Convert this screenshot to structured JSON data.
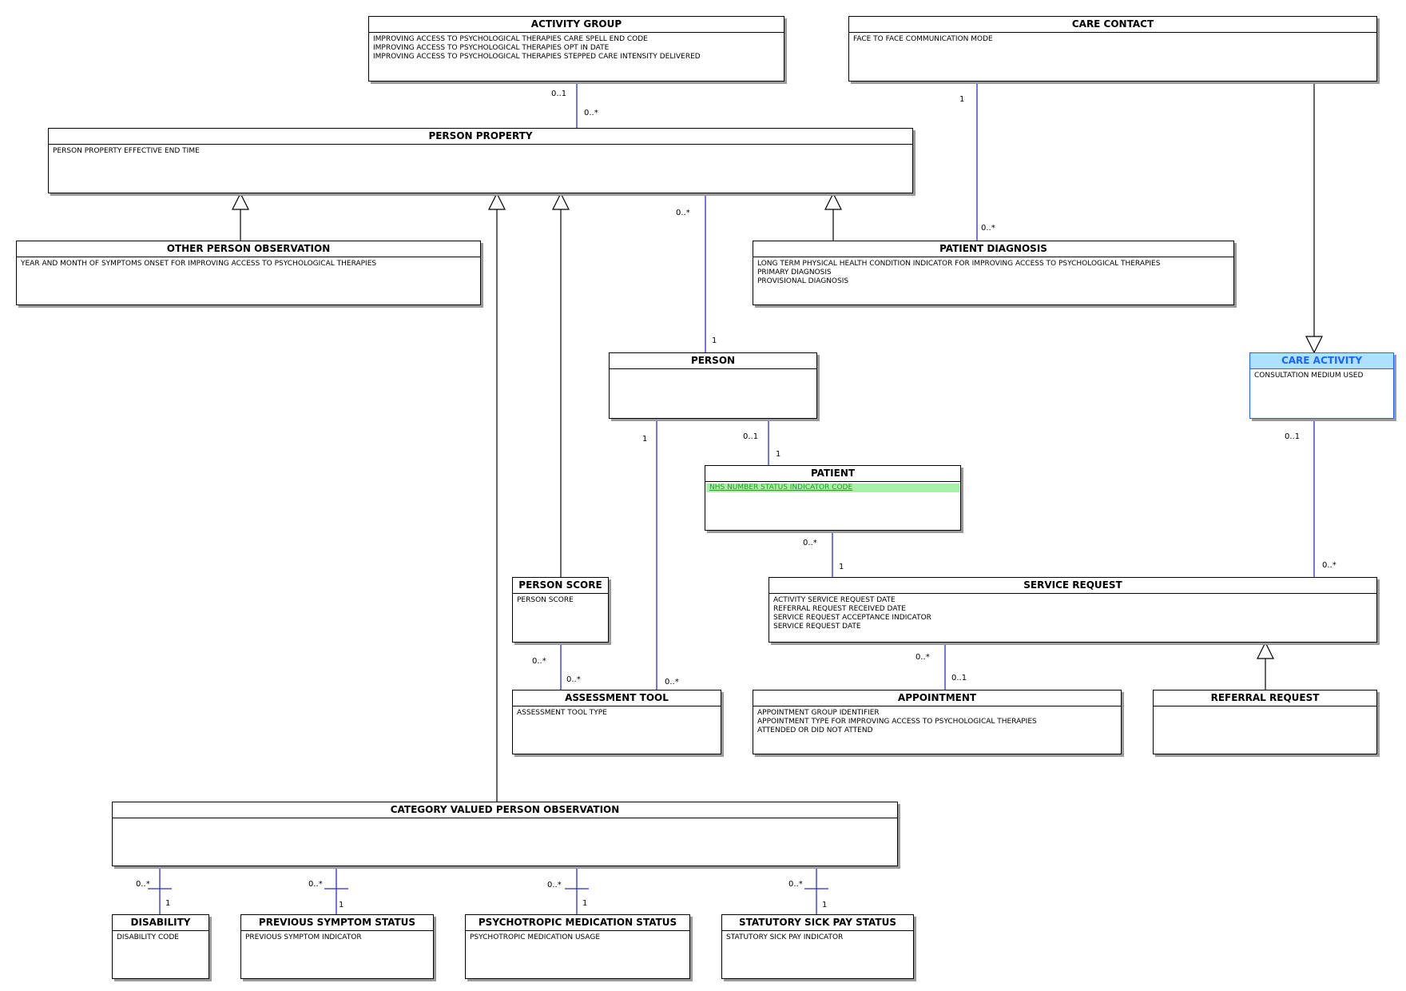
{
  "entities": {
    "activity_group": {
      "name": "ACTIVITY GROUP",
      "attributes": [
        "IMPROVING ACCESS TO PSYCHOLOGICAL THERAPIES CARE SPELL END CODE",
        "IMPROVING ACCESS TO PSYCHOLOGICAL THERAPIES OPT IN DATE",
        "IMPROVING ACCESS TO PSYCHOLOGICAL THERAPIES STEPPED CARE INTENSITY DELIVERED"
      ]
    },
    "care_contact": {
      "name": "CARE CONTACT",
      "attributes": [
        "FACE TO FACE COMMUNICATION MODE"
      ]
    },
    "person_property": {
      "name": "PERSON PROPERTY",
      "attributes": [
        "PERSON PROPERTY EFFECTIVE END TIME"
      ]
    },
    "other_person_observation": {
      "name": "OTHER PERSON OBSERVATION",
      "attributes": [
        "YEAR AND MONTH OF SYMPTOMS ONSET FOR IMPROVING ACCESS TO PSYCHOLOGICAL THERAPIES"
      ]
    },
    "patient_diagnosis": {
      "name": "PATIENT DIAGNOSIS",
      "attributes": [
        "LONG TERM PHYSICAL HEALTH CONDITION INDICATOR FOR IMPROVING ACCESS TO PSYCHOLOGICAL THERAPIES",
        "PRIMARY DIAGNOSIS",
        "PROVISIONAL DIAGNOSIS"
      ]
    },
    "person": {
      "name": "PERSON",
      "attributes": []
    },
    "care_activity": {
      "name": "CARE ACTIVITY",
      "attributes": [
        "CONSULTATION MEDIUM USED"
      ]
    },
    "patient": {
      "name": "PATIENT",
      "attributes": [
        "NHS NUMBER STATUS INDICATOR CODE"
      ]
    },
    "person_score": {
      "name": "PERSON SCORE",
      "attributes": [
        "PERSON SCORE"
      ]
    },
    "service_request": {
      "name": "SERVICE REQUEST",
      "attributes": [
        "ACTIVITY SERVICE REQUEST DATE",
        "REFERRAL REQUEST RECEIVED DATE",
        "SERVICE REQUEST ACCEPTANCE INDICATOR",
        "SERVICE REQUEST DATE"
      ]
    },
    "assessment_tool": {
      "name": "ASSESSMENT TOOL",
      "attributes": [
        "ASSESSMENT TOOL TYPE"
      ]
    },
    "appointment": {
      "name": "APPOINTMENT",
      "attributes": [
        "APPOINTMENT GROUP IDENTIFIER",
        "APPOINTMENT TYPE FOR IMPROVING ACCESS TO PSYCHOLOGICAL THERAPIES",
        "ATTENDED OR DID NOT ATTEND"
      ]
    },
    "referral_request": {
      "name": "REFERRAL REQUEST",
      "attributes": []
    },
    "category_valued_person_observation": {
      "name": "CATEGORY VALUED PERSON OBSERVATION",
      "attributes": []
    },
    "disability": {
      "name": "DISABILITY",
      "attributes": [
        "DISABILITY CODE"
      ]
    },
    "previous_symptom_status": {
      "name": "PREVIOUS SYMPTOM STATUS",
      "attributes": [
        "PREVIOUS SYMPTOM INDICATOR"
      ]
    },
    "psychotropic_medication_status": {
      "name": "PSYCHOTROPIC MEDICATION STATUS",
      "attributes": [
        "PSYCHOTROPIC MEDICATION USAGE"
      ]
    },
    "statutory_sick_pay_status": {
      "name": "STATUTORY SICK PAY STATUS",
      "attributes": [
        "STATUTORY SICK PAY INDICATOR"
      ]
    }
  },
  "multiplicities": {
    "ag_pp_top": "0..1",
    "ag_pp_bottom": "0..*",
    "cc_pd_top": "1",
    "cc_pd_bottom": "0..*",
    "pp_person_top": "0..*",
    "pp_person_bottom": "1",
    "person_patient_top": "0..1",
    "person_patient_bottom": "1",
    "person_at_top": "1",
    "person_at_bottom": "0..*",
    "ca_sr_top": "0..1",
    "ca_sr_bottom": "0..*",
    "patient_sr_top": "0..*",
    "patient_sr_bottom": "1",
    "ps_at_top": "0..*",
    "ps_at_bottom": "0..*",
    "sr_appt_top": "0..*",
    "sr_appt_bottom": "0..1",
    "cvpo_dis_top": "0..*",
    "cvpo_dis_bottom": "1",
    "cvpo_pss_top": "0..*",
    "cvpo_pss_bottom": "1",
    "cvpo_pms_top": "0..*",
    "cvpo_pms_bottom": "1",
    "cvpo_ssp_top": "0..*",
    "cvpo_ssp_bottom": "1"
  },
  "colors": {
    "association": "#2b2bd6",
    "generalization": "#000000",
    "highlight_header": "#aee0ff",
    "highlight_text": "#1e63ff",
    "green_attr": "#a7f0a7"
  }
}
